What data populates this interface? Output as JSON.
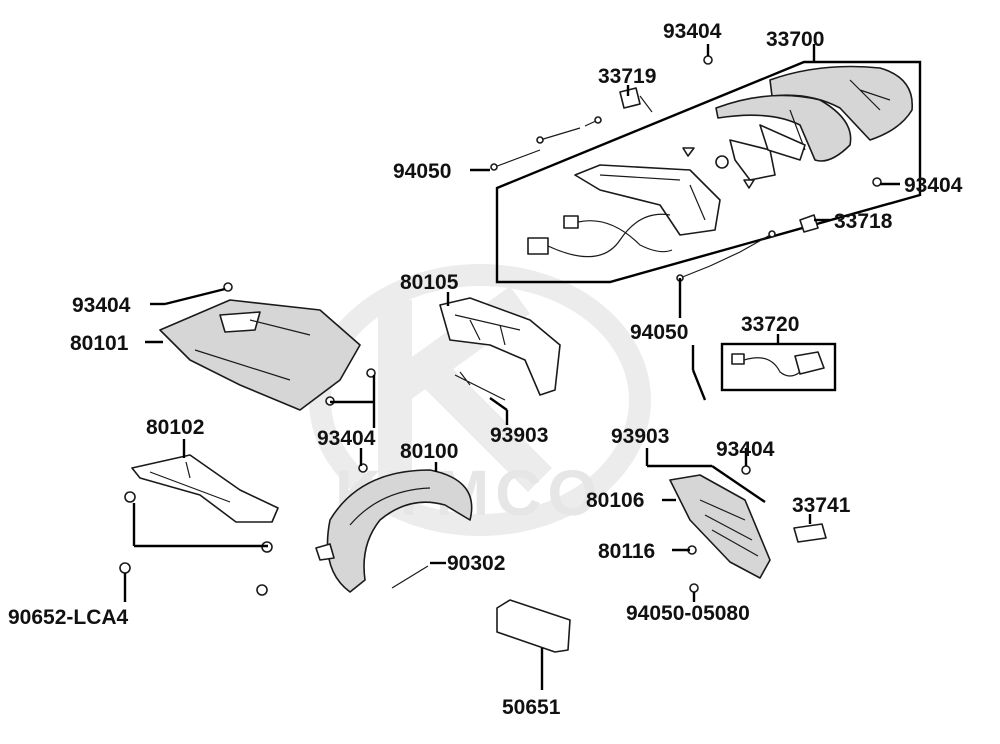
{
  "watermark": {
    "brand": "KYMCO"
  },
  "callouts": [
    "93404",
    "33700",
    "33719",
    "94050",
    "93404",
    "33718",
    "80105",
    "93404",
    "80101",
    "94050",
    "33720",
    "93903",
    "80102",
    "93404",
    "80100",
    "93903",
    "93404",
    "80106",
    "33741",
    "90302",
    "80116",
    "90652-LCA4",
    "94050-05080",
    "50651"
  ],
  "colors": {
    "line": "#000000",
    "watermark": "#e6e6e6",
    "part_fill": "#d6d6d6"
  }
}
